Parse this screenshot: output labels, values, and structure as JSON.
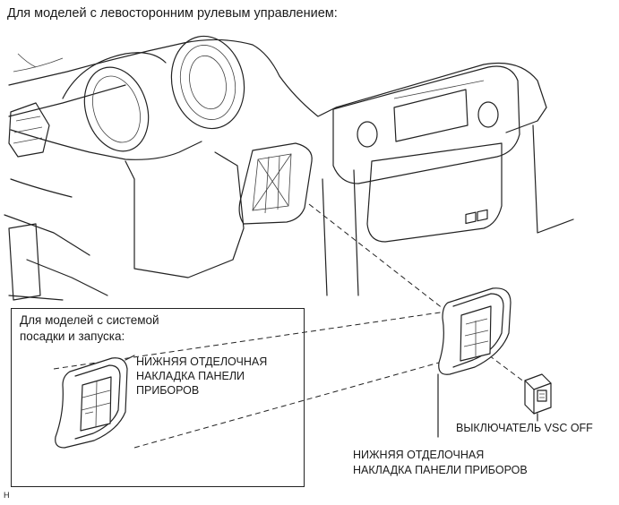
{
  "heading": "Для моделей с левосторонним рулевым управлением:",
  "inset": {
    "title_line1": "Для моделей с системой",
    "title_line2": "посадки и запуска:",
    "label_line1": "НИЖНЯЯ ОТДЕЛОЧНАЯ",
    "label_line2": "НАКЛАДКА ПАНЕЛИ",
    "label_line3": "ПРИБОРОВ"
  },
  "callouts": {
    "vsc_switch": "ВЫКЛЮЧАТЕЛЬ VSC OFF",
    "main_line1": "НИЖНЯЯ ОТДЕЛОЧНАЯ",
    "main_line2": "НАКЛАДКА ПАНЕЛИ ПРИБОРОВ"
  },
  "figure_code": "H"
}
